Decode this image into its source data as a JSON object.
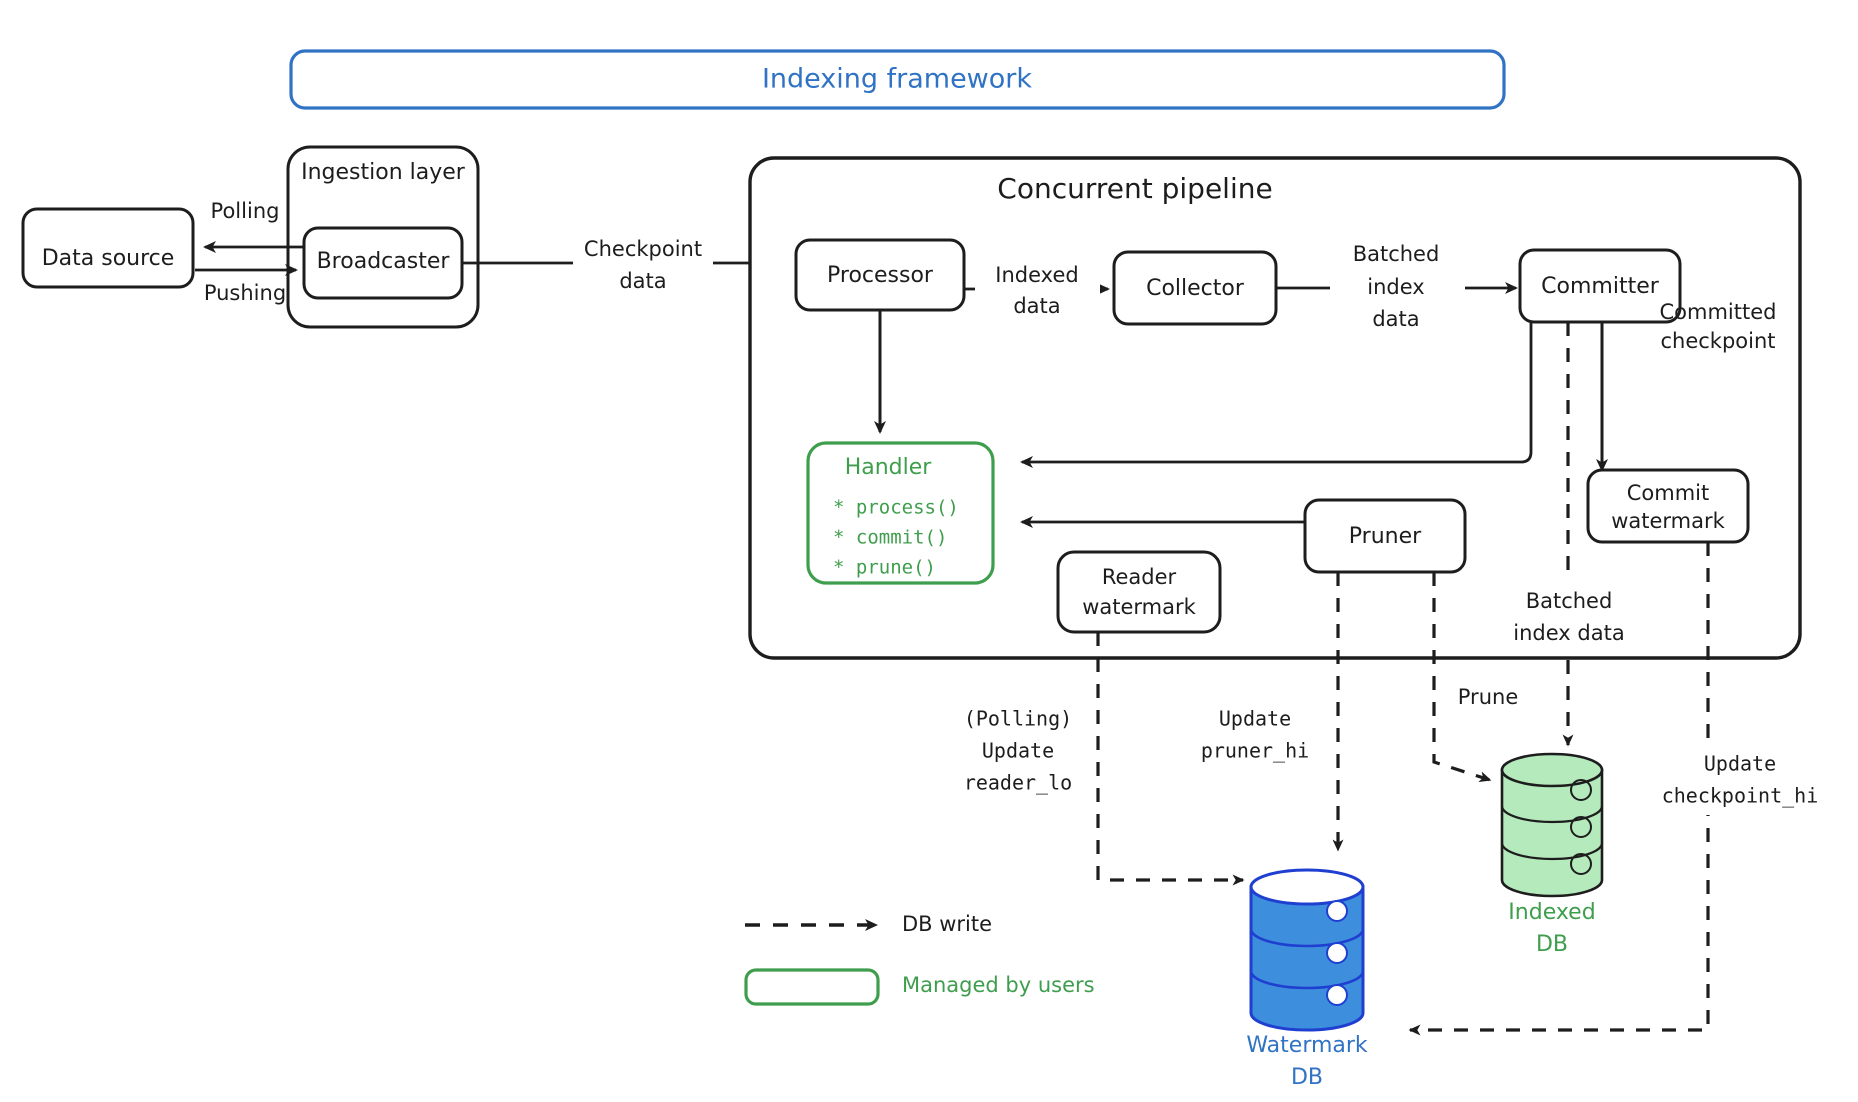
{
  "colors": {
    "blue": "#3073c4",
    "blue_fill": "#3e8ede",
    "green": "#3f9e4d",
    "green_fill": "#b5eabc",
    "black": "#1d1d1d",
    "background": "#ffffff"
  },
  "framework": {
    "title": "Indexing framework"
  },
  "ingestion": {
    "group_label": "Ingestion layer",
    "broadcaster_label": "Broadcaster"
  },
  "data_source": {
    "label": "Data source"
  },
  "pipeline": {
    "title": "Concurrent pipeline",
    "processor_label": "Processor",
    "collector_label": "Collector",
    "committer_label": "Committer",
    "commit_watermark_label_line1": "Commit",
    "commit_watermark_label_line2": "watermark",
    "reader_watermark_label_line1": "Reader",
    "reader_watermark_label_line2": "watermark",
    "pruner_label": "Pruner"
  },
  "handler": {
    "title": "Handler",
    "methods": [
      "* process()",
      "* commit()",
      "* prune()"
    ]
  },
  "edges": {
    "polling": "Polling",
    "pushing": "Pushing",
    "checkpoint_data_line1": "Checkpoint",
    "checkpoint_data_line2": "data",
    "indexed_data_line1": "Indexed",
    "indexed_data_line2": "data",
    "batched_index_data_line1": "Batched",
    "batched_index_data_line2": "index",
    "batched_index_data_line3": "data",
    "committed_checkpoint_line1": "Committed",
    "committed_checkpoint_line2": "checkpoint",
    "batched_index_data2_line1": "Batched",
    "batched_index_data2_line2": "index data",
    "prune": "Prune",
    "polling_update_reader_lo_line1": "(Polling)",
    "polling_update_reader_lo_line2": "Update",
    "polling_update_reader_lo_line3": "reader_lo",
    "update_pruner_hi_line1": "Update",
    "update_pruner_hi_line2": "pruner_hi",
    "update_checkpoint_hi_line1": "Update",
    "update_checkpoint_hi_line2": "checkpoint_hi"
  },
  "databases": {
    "watermark_db_line1": "Watermark",
    "watermark_db_line2": "DB",
    "indexed_db_line1": "Indexed",
    "indexed_db_line2": "DB"
  },
  "legend": {
    "db_write": "DB write",
    "managed_by_users": "Managed by users"
  }
}
